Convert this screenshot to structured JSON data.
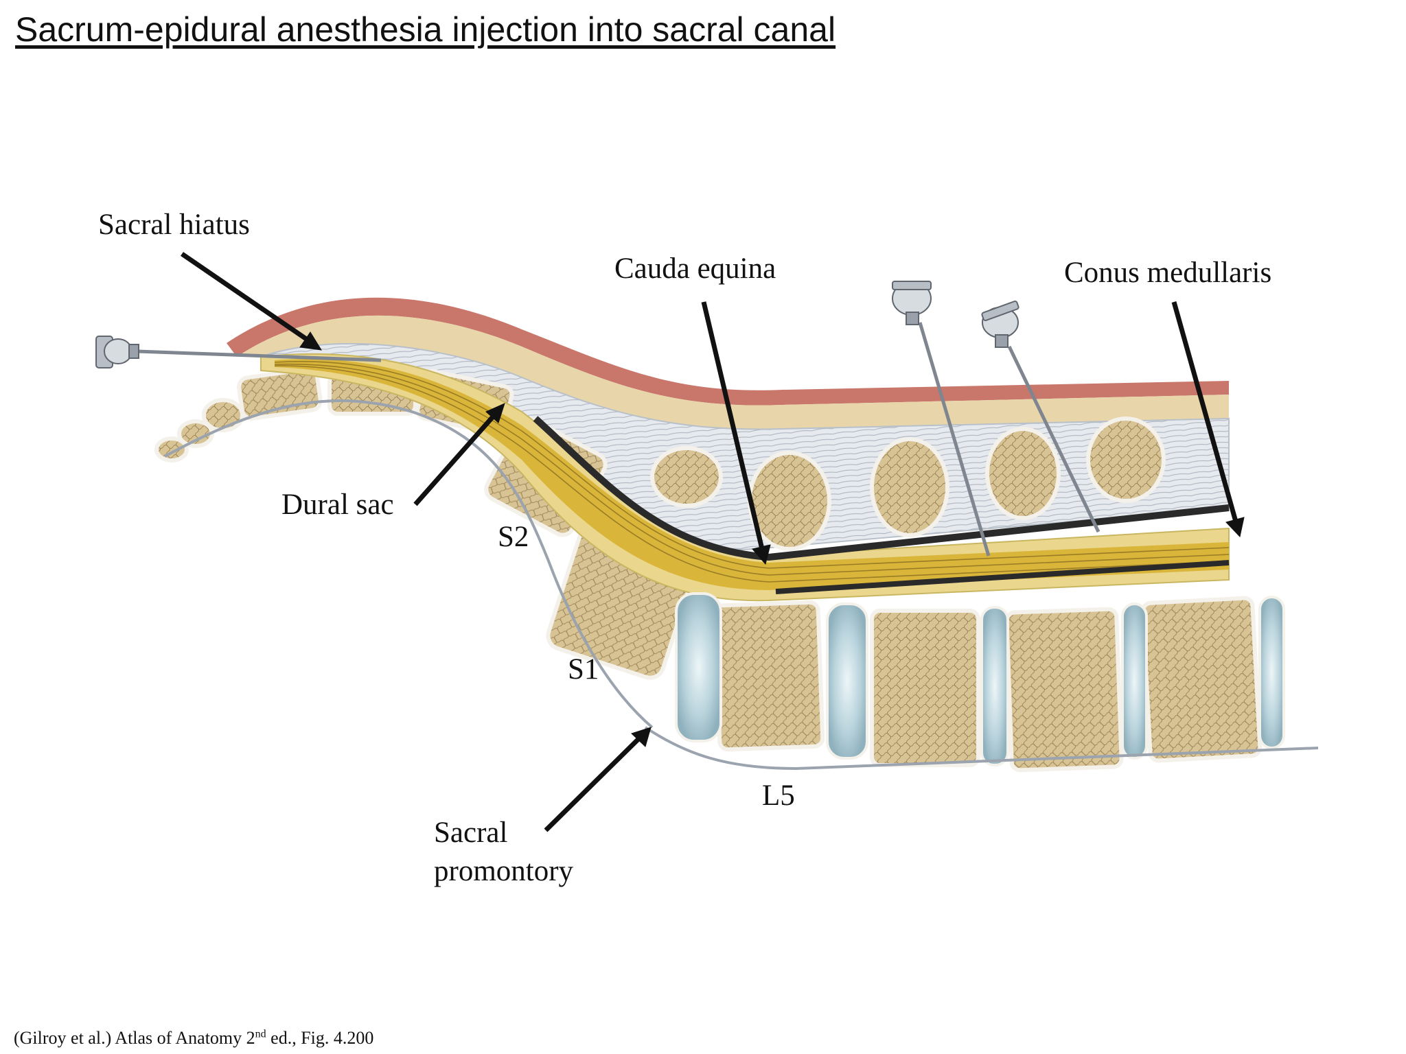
{
  "title": "Sacrum-epidural anesthesia injection into sacral canal",
  "labels": {
    "sacral_hiatus": "Sacral hiatus",
    "cauda_equina": "Cauda equina",
    "conus_medullaris": "Conus medullaris",
    "dural_sac": "Dural sac",
    "s2": "S2",
    "s1": "S1",
    "l5": "L5",
    "sacral_promontory_line1": "Sacral",
    "sacral_promontory_line2": "promontory"
  },
  "citation": {
    "prefix": "(Gilroy et al.) Atlas of Anatomy 2",
    "superscript": "nd",
    "suffix": " ed., Fig. 4.200"
  },
  "colors": {
    "skin": "#c9766b",
    "fat": "#e8d6aa",
    "ligament": "#e3e7ec",
    "bone": "#d8c394",
    "bone_texture": "#8a7448",
    "disc": "#b9d3dc",
    "nerve": "#d9b53a",
    "dura": "#2a2a2a",
    "arrow": "#111111"
  }
}
